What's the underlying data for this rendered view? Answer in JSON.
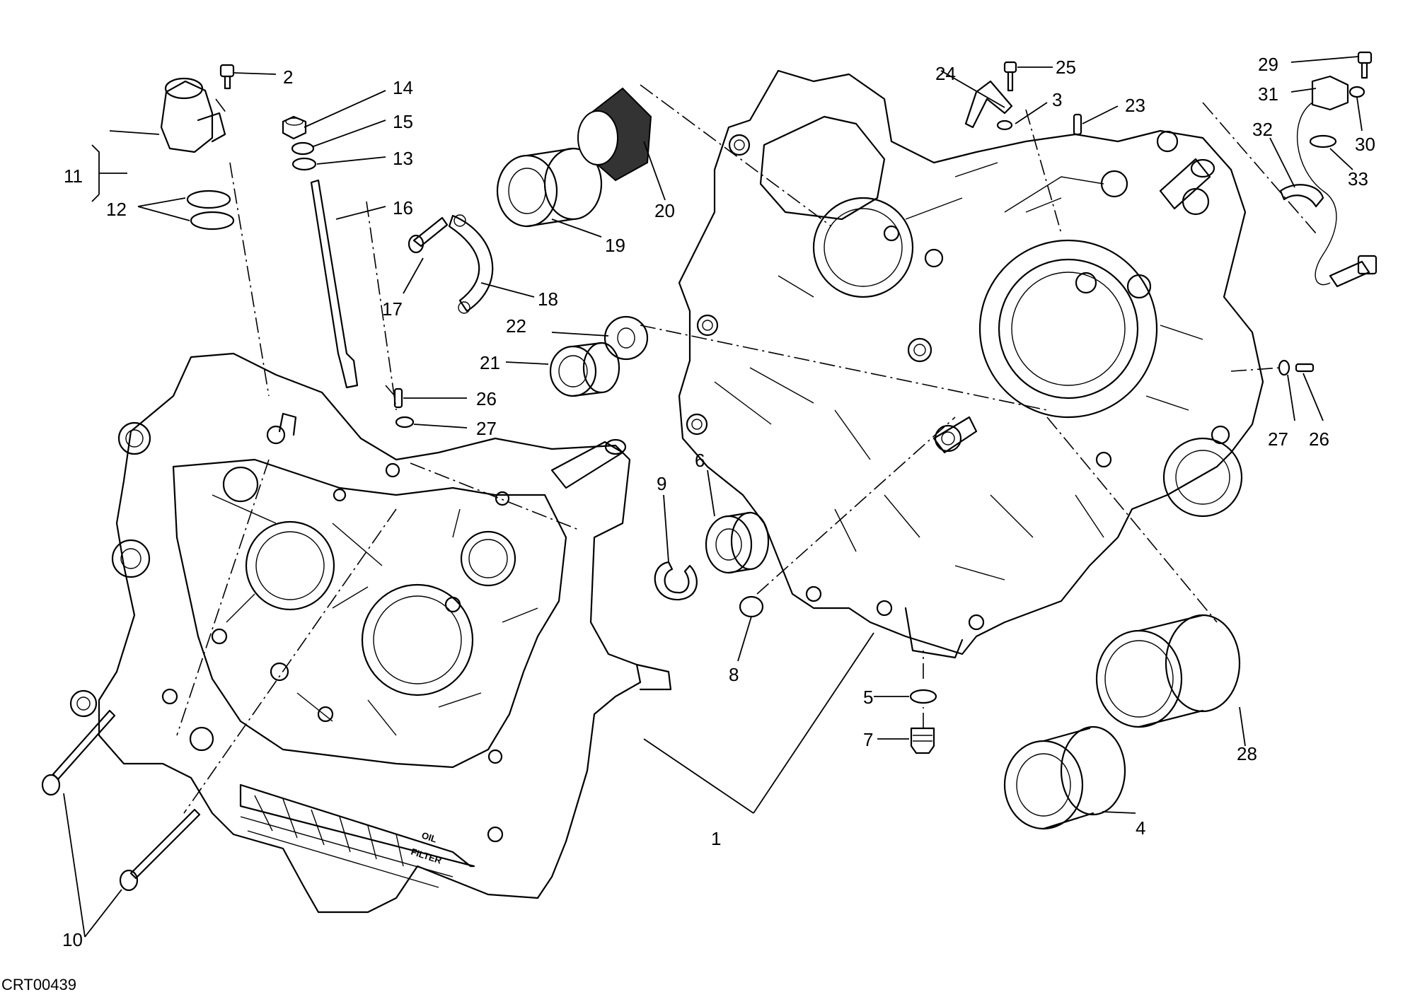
{
  "drawing": {
    "code": "CRT00439",
    "stamped_text": [
      "OIL",
      "FILTER"
    ]
  },
  "callouts": [
    {
      "id": "c1",
      "label": "1"
    },
    {
      "id": "c2",
      "label": "2"
    },
    {
      "id": "c3",
      "label": "3"
    },
    {
      "id": "c4",
      "label": "4"
    },
    {
      "id": "c5",
      "label": "5"
    },
    {
      "id": "c6",
      "label": "6"
    },
    {
      "id": "c7",
      "label": "7"
    },
    {
      "id": "c8",
      "label": "8"
    },
    {
      "id": "c9",
      "label": "9"
    },
    {
      "id": "c10",
      "label": "10"
    },
    {
      "id": "c11",
      "label": "11"
    },
    {
      "id": "c12",
      "label": "12"
    },
    {
      "id": "c13",
      "label": "13"
    },
    {
      "id": "c14",
      "label": "14"
    },
    {
      "id": "c15",
      "label": "15"
    },
    {
      "id": "c16",
      "label": "16"
    },
    {
      "id": "c17",
      "label": "17"
    },
    {
      "id": "c18",
      "label": "18"
    },
    {
      "id": "c19",
      "label": "19"
    },
    {
      "id": "c20",
      "label": "20"
    },
    {
      "id": "c21",
      "label": "21"
    },
    {
      "id": "c22",
      "label": "22"
    },
    {
      "id": "c23",
      "label": "23"
    },
    {
      "id": "c24",
      "label": "24"
    },
    {
      "id": "c25",
      "label": "25"
    },
    {
      "id": "c26a",
      "label": "26"
    },
    {
      "id": "c26b",
      "label": "26"
    },
    {
      "id": "c27a",
      "label": "27"
    },
    {
      "id": "c27b",
      "label": "27"
    },
    {
      "id": "c28",
      "label": "28"
    },
    {
      "id": "c29",
      "label": "29"
    },
    {
      "id": "c30",
      "label": "30"
    },
    {
      "id": "c31",
      "label": "31"
    },
    {
      "id": "c32",
      "label": "32"
    },
    {
      "id": "c33",
      "label": "33"
    }
  ]
}
